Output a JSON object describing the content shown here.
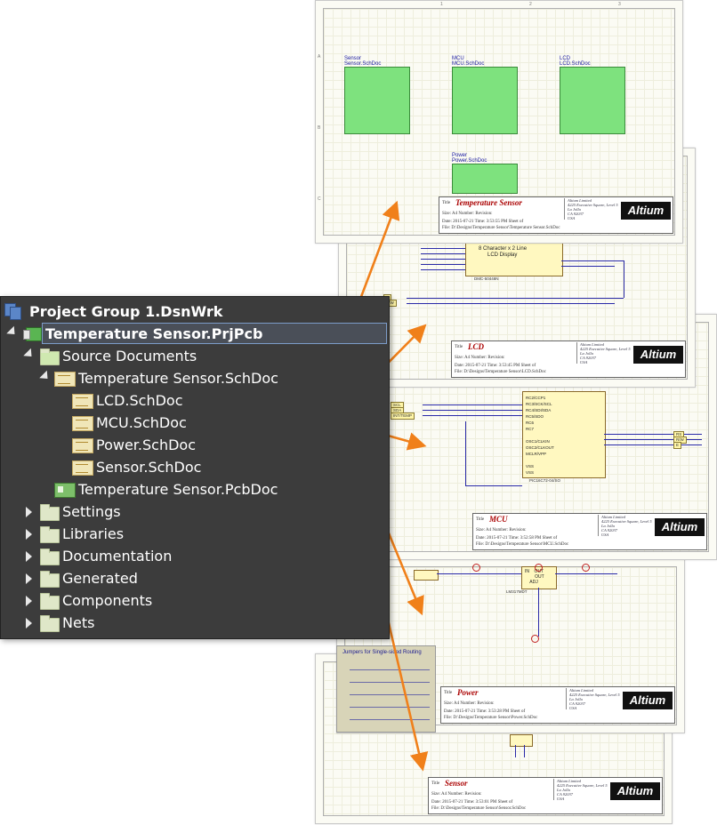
{
  "tree": {
    "group": "Project Group 1.DsnWrk",
    "project": "Temperature Sensor.PrjPcb",
    "source_documents": "Source Documents",
    "top_schdoc": "Temperature Sensor.SchDoc",
    "children": [
      "LCD.SchDoc",
      "MCU.SchDoc",
      "Power.SchDoc",
      "Sensor.SchDoc"
    ],
    "pcbdoc": "Temperature Sensor.PcbDoc",
    "folders": [
      "Settings",
      "Libraries",
      "Documentation",
      "Generated",
      "Components",
      "Nets"
    ]
  },
  "sheets": {
    "top": {
      "title_label": "Title",
      "title": "Temperature Sensor",
      "symbols": [
        {
          "name": "Sensor",
          "file": "Sensor.SchDoc"
        },
        {
          "name": "MCU",
          "file": "MCU.SchDoc"
        },
        {
          "name": "LCD",
          "file": "LCD.SchDoc"
        },
        {
          "name": "Power",
          "file": "Power.SchDoc"
        }
      ],
      "size_label": "Size:",
      "size": "A4",
      "number_label": "Number:",
      "revision_label": "Revision:",
      "date_line": "Date: 2015-07-21   Time: 3:53:55 PM  Sheet     of",
      "file_line": "File: D:\\Designs\\Temperature Sensor\\Temperature Sensor.SchDoc"
    },
    "lcd": {
      "title": "LCD",
      "display_line1": "8 Character x 2 Line",
      "display_line2": "LCD Display",
      "part": "DMC-50448N",
      "date_line": "Date: 2015-07-21   Time: 3:53:45 PM  Sheet     of",
      "file_line": "File: D:\\Designs\\Temperature Sensor\\LCD.SchDoc"
    },
    "mcu": {
      "title": "MCU",
      "part": "PIC16C72-04/SO",
      "date_line": "Date: 2015-07-21   Time: 3:52:58 PM  Sheet     of",
      "file_line": "File: D:\\Designs\\Temperature Sensor\\MCU.SchDoc"
    },
    "power": {
      "title": "Power",
      "regulator": "LM317MDT",
      "jumpers_title": "Jumpers for Single-sided Routing",
      "date_line": "Date: 2015-07-21   Time: 3:53:28 PM  Sheet     of",
      "file_line": "File: D:\\Designs\\Temperature Sensor\\Power.SchDoc"
    },
    "sensor": {
      "title": "Sensor",
      "date_line": "Date: 2015-07-21   Time: 3:53:01 PM  Sheet     of",
      "file_line": "File: D:\\Designs\\Temperature Sensor\\Sensor.SchDoc"
    },
    "address": [
      "Altium Limited",
      "4225 Executive Square, Level 5",
      "La Jolla",
      "CA 92037",
      "USA"
    ],
    "logo": "Altium"
  },
  "colors": {
    "panel_bg": "#3c3c3c",
    "arrow": "#f0801a",
    "sheet_symbol": "#7ee27e",
    "title_red": "#aa0000"
  }
}
